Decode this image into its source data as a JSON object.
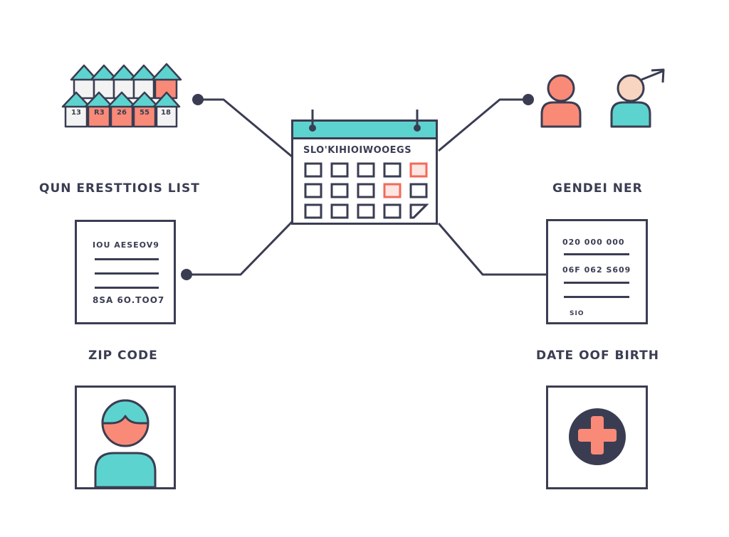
{
  "diagram": {
    "center": {
      "title": "SLO'KIHIOIWOOEGS",
      "icon": "calendar-icon",
      "highlighted_cells": [
        "row1-col5",
        "row2-col4"
      ],
      "folded_cell": "row3-col5"
    },
    "nodes": {
      "quasi_identifiers": {
        "label": "QUN ERESTTIOIS LIST",
        "icon": "houses-icon",
        "house_numbers": [
          "13",
          "R3",
          "26",
          "55",
          "18"
        ]
      },
      "zip_code": {
        "label": "ZIP CODE",
        "card_line_top": "IOU AESEOV9",
        "card_line_bottom": "8SA 6O.TOO7",
        "icon": "document-icon"
      },
      "gender": {
        "label": "GENDEI NER",
        "icons": [
          "person-icon",
          "male-person-icon"
        ]
      },
      "date_of_birth": {
        "label": "DATE OOF BIRTH",
        "card_line_1": "020 000 000",
        "card_line_2": "06F 062 S609",
        "card_footer": "SIO",
        "icon": "document-icon"
      },
      "portrait": {
        "icon": "person-portrait-icon"
      },
      "medical": {
        "icon": "medical-cross-icon"
      }
    },
    "colors": {
      "ink": "#3a3d52",
      "teal": "#5dd3cf",
      "salmon": "#f98a78",
      "skin": "#f8d5c0"
    }
  }
}
